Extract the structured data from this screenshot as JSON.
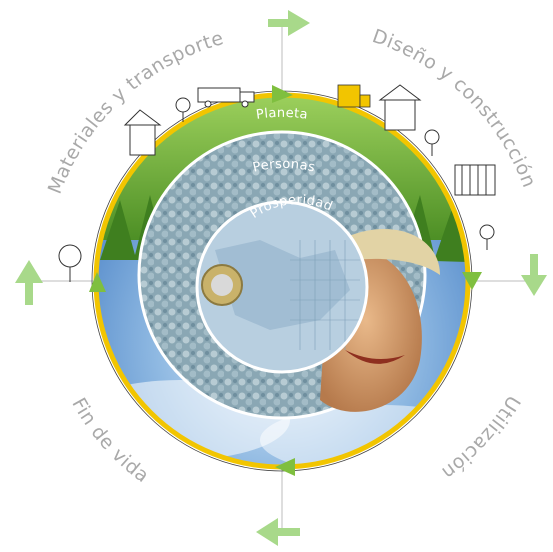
{
  "diagram": {
    "quadrants": {
      "materials": "Materiales y transporte",
      "design": "Diseño y construcción",
      "use": "Utilización",
      "end": "Fin de vida"
    },
    "rings": {
      "outer": "Planeta",
      "middle": "Personas",
      "inner": "Prosperidad"
    },
    "colors": {
      "outer_ring": "#f2c500",
      "arrow_green": "#7fbf3f",
      "arrow_pale": "#a8d98a",
      "text_gray": "#a9a9a9"
    },
    "icons": [
      "forward-arrow-icon",
      "down-arrow-icon",
      "back-arrow-icon",
      "up-arrow-icon"
    ]
  }
}
